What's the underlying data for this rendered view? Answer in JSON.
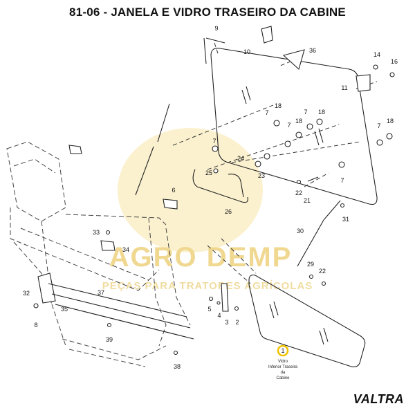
{
  "title": "81-06 - JANELA E VIDRO TRASEIRO DA CABINE",
  "watermark": {
    "main": "AGRO DEMP",
    "sub": "PEÇAS PARA TRATORES AGRÍCOLAS"
  },
  "brand": "VALTRA",
  "highlight_color": "#f2c200",
  "callouts": [
    {
      "id": "c9",
      "text": "9"
    },
    {
      "id": "c10",
      "text": "10"
    },
    {
      "id": "c36",
      "text": "36"
    },
    {
      "id": "c14",
      "text": "14"
    },
    {
      "id": "c16",
      "text": "16"
    },
    {
      "id": "c11",
      "text": "11"
    },
    {
      "id": "c7a",
      "text": "7"
    },
    {
      "id": "c18a",
      "text": "18"
    },
    {
      "id": "c7b",
      "text": "7"
    },
    {
      "id": "c18b",
      "text": "18"
    },
    {
      "id": "c7c",
      "text": "7"
    },
    {
      "id": "c18c",
      "text": "18"
    },
    {
      "id": "c7d",
      "text": "7"
    },
    {
      "id": "c18d",
      "text": "18"
    },
    {
      "id": "c7e",
      "text": "7"
    },
    {
      "id": "c24",
      "text": "24"
    },
    {
      "id": "c25",
      "text": "25"
    },
    {
      "id": "c23",
      "text": "23"
    },
    {
      "id": "c7f",
      "text": "7"
    },
    {
      "id": "c6",
      "text": "6"
    },
    {
      "id": "c26",
      "text": "26"
    },
    {
      "id": "c22a",
      "text": "22"
    },
    {
      "id": "c21",
      "text": "21"
    },
    {
      "id": "c31",
      "text": "31"
    },
    {
      "id": "c33",
      "text": "33"
    },
    {
      "id": "c34",
      "text": "34"
    },
    {
      "id": "c30",
      "text": "30"
    },
    {
      "id": "c29",
      "text": "29"
    },
    {
      "id": "c22b",
      "text": "22"
    },
    {
      "id": "c32",
      "text": "32"
    },
    {
      "id": "c37",
      "text": "37"
    },
    {
      "id": "c35",
      "text": "35"
    },
    {
      "id": "c8",
      "text": "8"
    },
    {
      "id": "c5",
      "text": "5"
    },
    {
      "id": "c4",
      "text": "4"
    },
    {
      "id": "c3",
      "text": "3"
    },
    {
      "id": "c2",
      "text": "2"
    },
    {
      "id": "c39",
      "text": "39"
    },
    {
      "id": "c1",
      "text": "1"
    },
    {
      "id": "c38",
      "text": "38"
    }
  ],
  "part_caption": [
    "Vidro",
    "Inferior Traseira",
    "da",
    "Cabine"
  ]
}
